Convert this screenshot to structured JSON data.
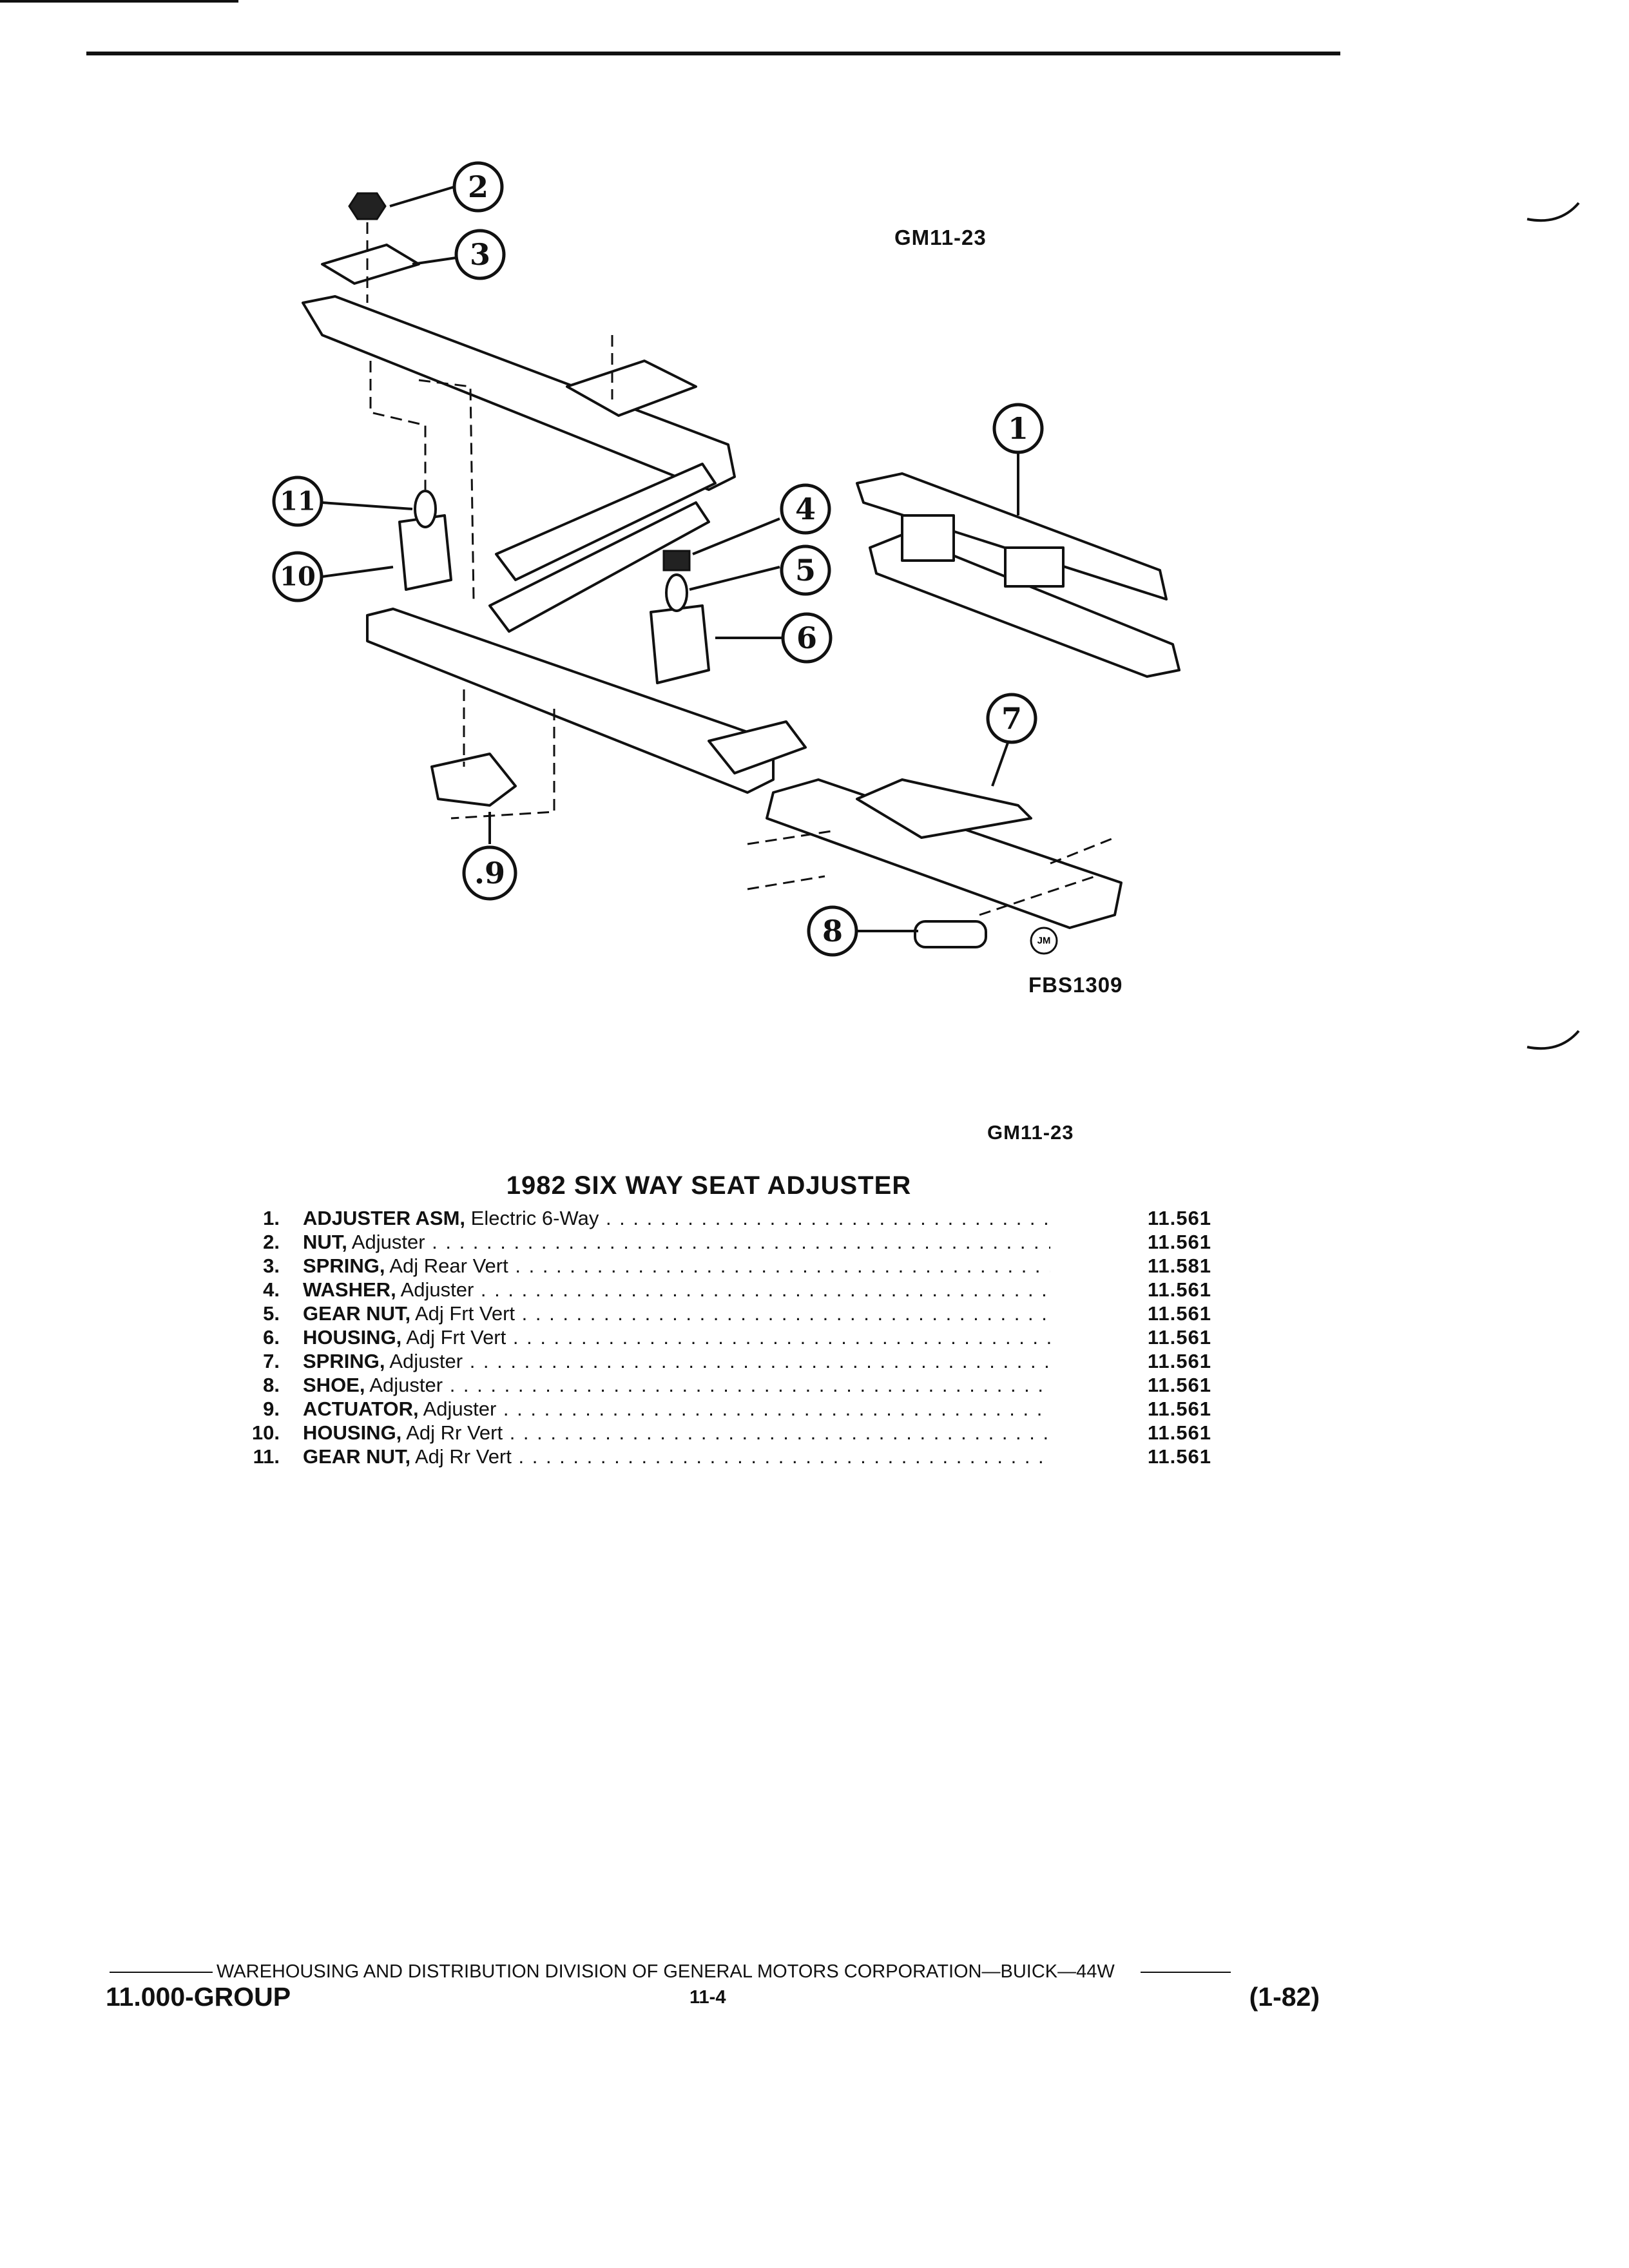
{
  "figure": {
    "diagram_code": "GM11-23",
    "photo_code": "FBS1309",
    "caption_code": "GM11-23",
    "logo": "JM",
    "callouts": [
      "1",
      "2",
      "3",
      "4",
      "5",
      "6",
      "7",
      "8",
      ".9",
      "10",
      "11"
    ]
  },
  "title": "1982 SIX WAY SEAT ADJUSTER",
  "parts": [
    {
      "num": "1.",
      "name": "ADJUSTER ASM,",
      "detail": " Electric 6-Way",
      "ref": "11.561"
    },
    {
      "num": "2.",
      "name": "NUT,",
      "detail": " Adjuster",
      "ref": "11.561"
    },
    {
      "num": "3.",
      "name": "SPRING,",
      "detail": " Adj Rear Vert",
      "ref": "11.581"
    },
    {
      "num": "4.",
      "name": "WASHER,",
      "detail": " Adjuster",
      "ref": "11.561"
    },
    {
      "num": "5.",
      "name": "GEAR NUT,",
      "detail": " Adj Frt Vert",
      "ref": "11.561"
    },
    {
      "num": "6.",
      "name": "HOUSING,",
      "detail": " Adj Frt Vert",
      "ref": "11.561"
    },
    {
      "num": "7.",
      "name": "SPRING,",
      "detail": " Adjuster",
      "ref": "11.561"
    },
    {
      "num": "8.",
      "name": "SHOE,",
      "detail": " Adjuster",
      "ref": "11.561"
    },
    {
      "num": "9.",
      "name": "ACTUATOR,",
      "detail": " Adjuster",
      "ref": "11.561"
    },
    {
      "num": "10.",
      "name": "HOUSING,",
      "detail": " Adj Rr Vert",
      "ref": "11.561"
    },
    {
      "num": "11.",
      "name": "GEAR NUT,",
      "detail": " Adj Rr Vert",
      "ref": "11.561"
    }
  ],
  "footer": {
    "publisher": "WAREHOUSING AND DISTRIBUTION  DIVISION OF GENERAL MOTORS CORPORATION—BUICK—44W",
    "group": "11.000-GROUP",
    "page": "11-4",
    "date": "(1-82)"
  }
}
